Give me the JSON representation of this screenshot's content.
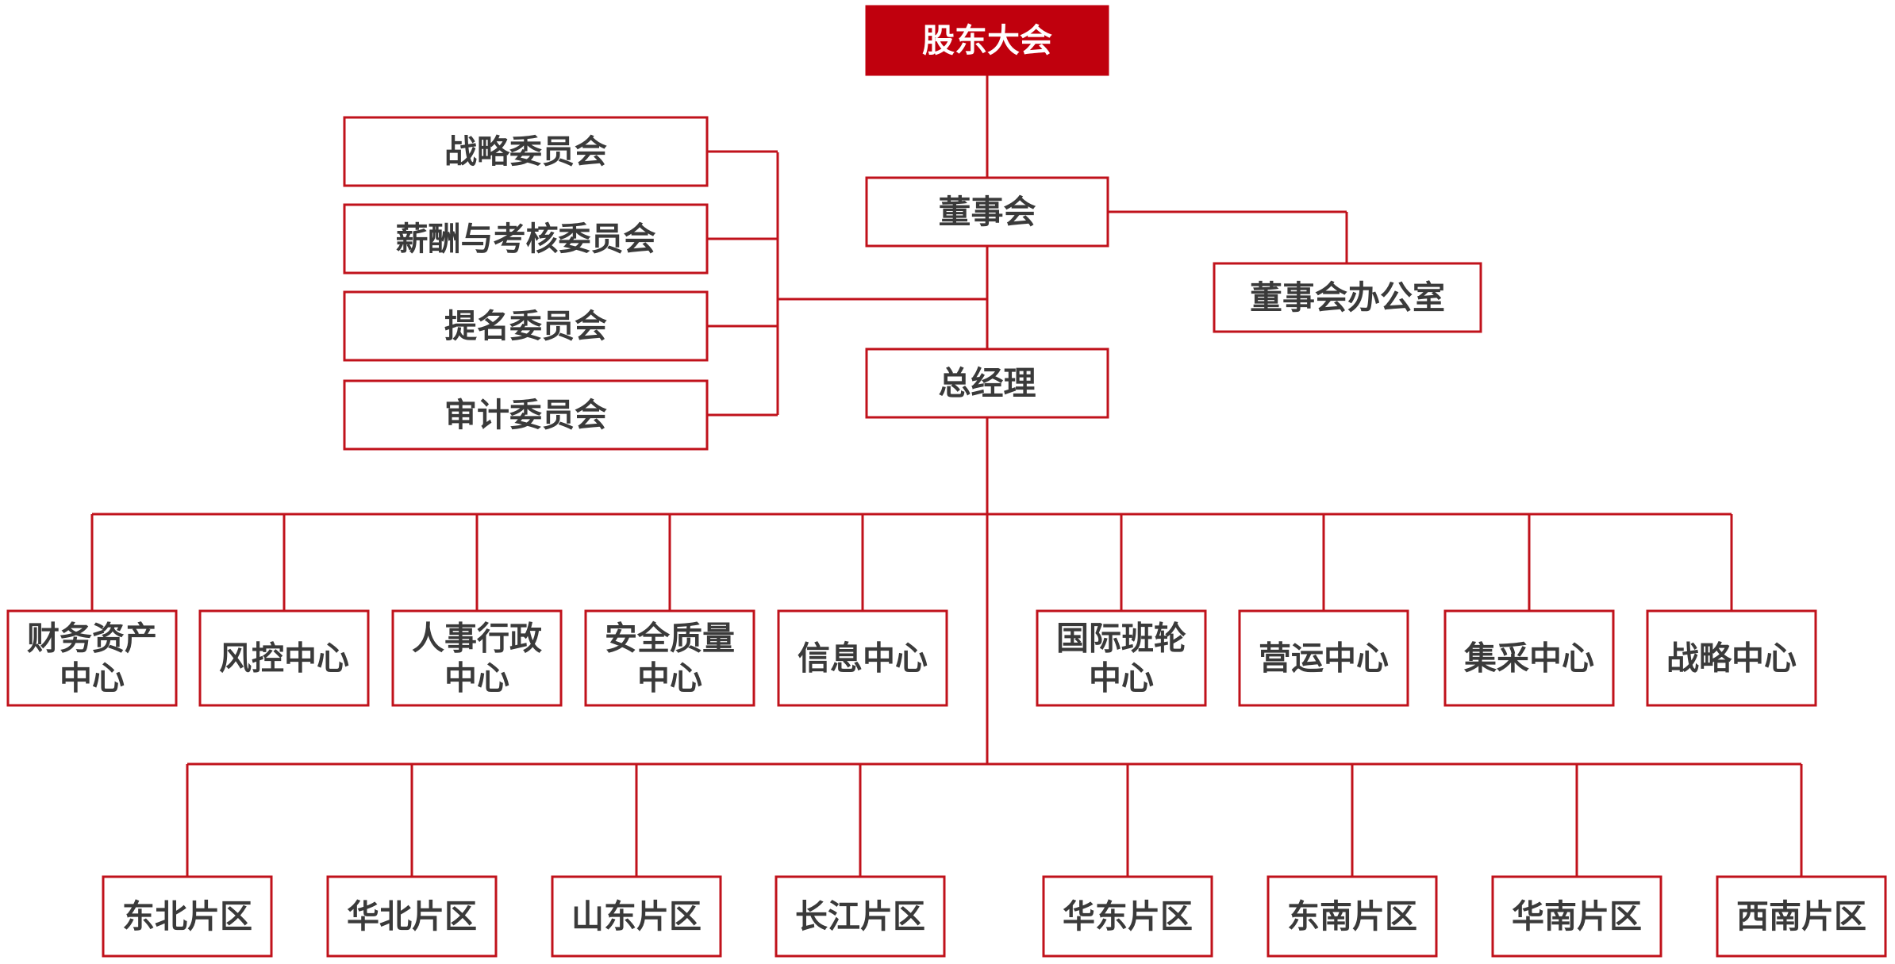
{
  "colors": {
    "accent": "#c0121b",
    "root_fill": "#c0000d",
    "text": "#3a3a3a",
    "root_text": "#ffffff"
  },
  "nodes": {
    "shareholders": "股东大会",
    "board": "董事会",
    "board_office": "董事会办公室",
    "gm": "总经理",
    "committees": [
      "战略委员会",
      "薪酬与考核委员会",
      "提名委员会",
      "审计委员会"
    ],
    "centers": [
      [
        "财务资产",
        "中心"
      ],
      [
        "风控中心"
      ],
      [
        "人事行政",
        "中心"
      ],
      [
        "安全质量",
        "中心"
      ],
      [
        "信息中心"
      ],
      [
        "国际班轮",
        "中心"
      ],
      [
        "营运中心"
      ],
      [
        "集采中心"
      ],
      [
        "战略中心"
      ]
    ],
    "regions": [
      "东北片区",
      "华北片区",
      "山东片区",
      "长江片区",
      "华东片区",
      "东南片区",
      "华南片区",
      "西南片区"
    ]
  }
}
